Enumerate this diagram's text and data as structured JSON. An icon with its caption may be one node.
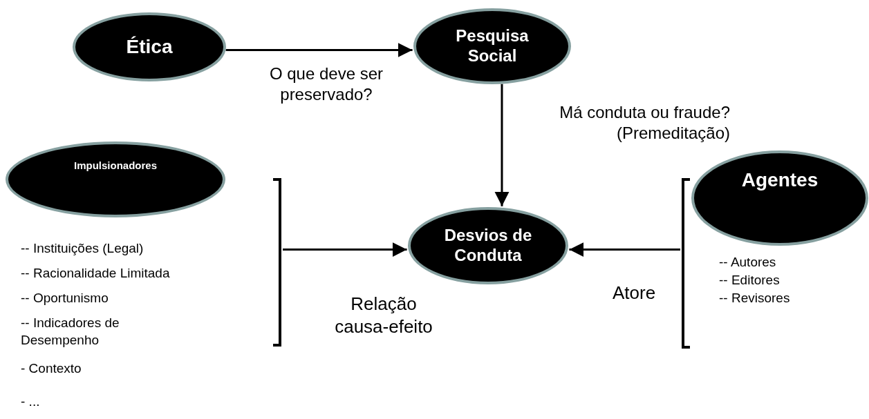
{
  "diagram": {
    "nodes": [
      {
        "text": [
          "Ética"
        ]
      },
      {
        "text": [
          "Pesquisa Social"
        ]
      },
      {
        "text": [
          "Impulsionadores"
        ]
      },
      {
        "text": [],
        "shape": "bracket"
      },
      {
        "text": [
          "Desvios de Conduta"
        ]
      },
      {
        "text": [],
        "shape": "bracket"
      },
      {
        "text": [
          "Agentes"
        ]
      }
    ],
    "edges": [
      {
        "from": 0,
        "to": 1,
        "arrow": "to",
        "label": "O que deve ser preservado?"
      },
      {
        "from": 1,
        "to": 4,
        "arrow": "to",
        "label": "Má conduta ou fraude? (Premeditação)"
      },
      {
        "from": 3,
        "to": 4,
        "arrow": "to",
        "label": "Relação causa-efeito"
      },
      {
        "from": 5,
        "to": 4,
        "arrow": "to",
        "label": "Atore"
      }
    ],
    "labels": [
      "-- Instituições (Legal)",
      "-- Racionalidade Limitada",
      "-- Oportunismo",
      "-- Indicadores de Desempenho",
      "- Contexto",
      "- ...",
      "-- Autores",
      "-- Editores",
      "-- Revisores"
    ]
  }
}
